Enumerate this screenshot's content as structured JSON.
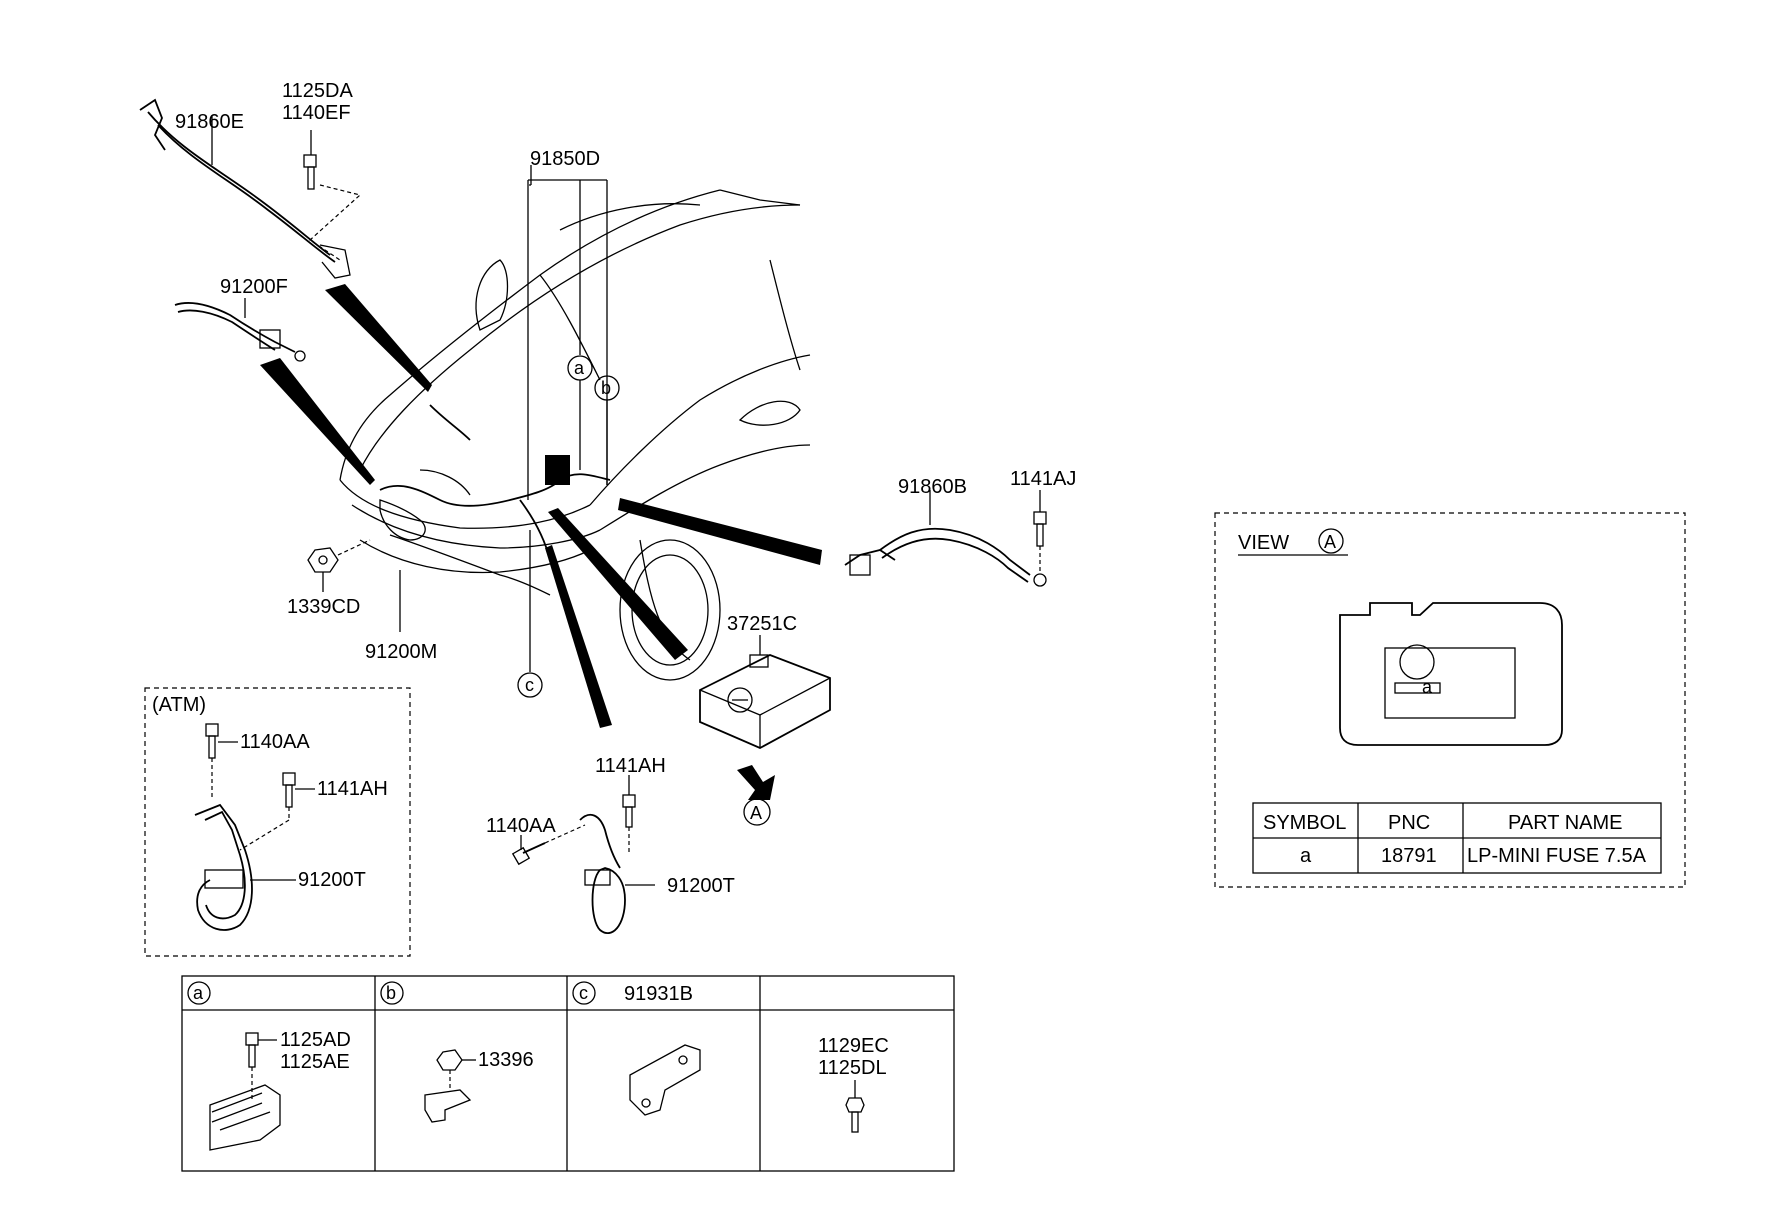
{
  "part_numbers": {
    "p91860E": "91860E",
    "p1125DA": "1125DA",
    "p1140EF": "1140EF",
    "p91850D": "91850D",
    "p91200F": "91200F",
    "p1339CD": "1339CD",
    "p91200M": "91200M",
    "p91860B": "91860B",
    "p1141AJ": "1141AJ",
    "p37251C": "37251C",
    "p1141AH": "1141AH",
    "p1140AA": "1140AA",
    "p91200T": "91200T"
  },
  "callouts": {
    "a": "a",
    "b": "b",
    "c": "c",
    "A": "A"
  },
  "atm_box": {
    "label": "(ATM)",
    "p1140AA": "1140AA",
    "p1141AH": "1141AH",
    "p91200T": "91200T"
  },
  "detail_table": {
    "cells": [
      {
        "symbol": "a",
        "header_label": "",
        "parts": [
          "1125AD",
          "1125AE"
        ]
      },
      {
        "symbol": "b",
        "header_label": "",
        "parts": [
          "13396"
        ]
      },
      {
        "symbol": "c",
        "header_label": "91931B",
        "parts": []
      },
      {
        "symbol": "",
        "header_label": "",
        "parts": [
          "1129EC",
          "1125DL"
        ]
      }
    ]
  },
  "view_a": {
    "title": "VIEW",
    "symbol": "A",
    "fuse_label": "a",
    "table": {
      "headers": [
        "SYMBOL",
        "PNC",
        "PART NAME"
      ],
      "rows": [
        {
          "symbol": "a",
          "pnc": "18791",
          "part_name": "LP-MINI FUSE 7.5A"
        }
      ]
    }
  }
}
